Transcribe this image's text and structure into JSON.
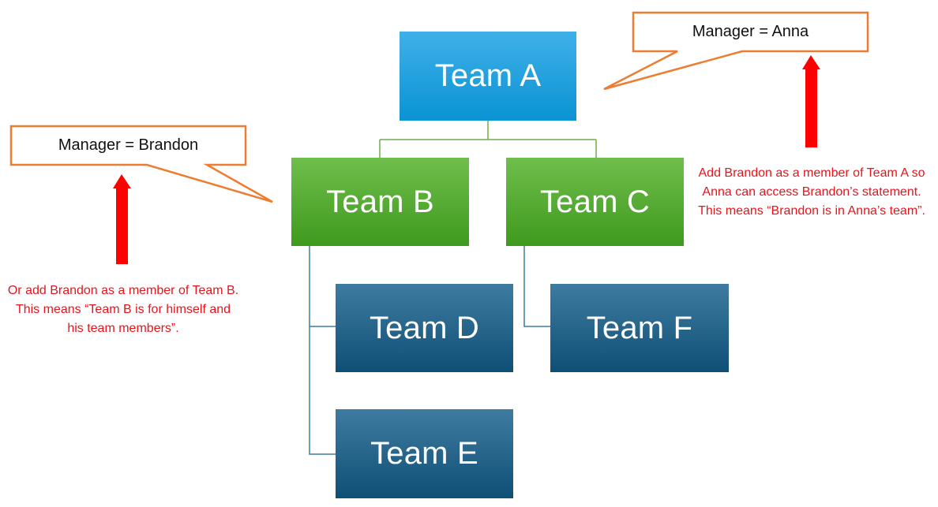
{
  "teams": {
    "a": "Team A",
    "b": "Team B",
    "c": "Team C",
    "d": "Team D",
    "e": "Team E",
    "f": "Team F"
  },
  "callouts": {
    "anna": "Manager = Anna",
    "brandon": "Manager = Brandon"
  },
  "notes": {
    "right": "Add Brandon as a member of Team A so Anna can access Brandon’s statement. This means “Brandon is in Anna’s team”.",
    "left": "Or add Brandon as a member of Team B. This means “Team B is for himself and his team members”."
  },
  "colors": {
    "team_a": "#0a93d4",
    "team_bc": "#3f9a1d",
    "team_def": "#0f4f76",
    "callout_border": "#ed7d31",
    "note_text": "#e8141c",
    "arrow": "#ff0000"
  }
}
